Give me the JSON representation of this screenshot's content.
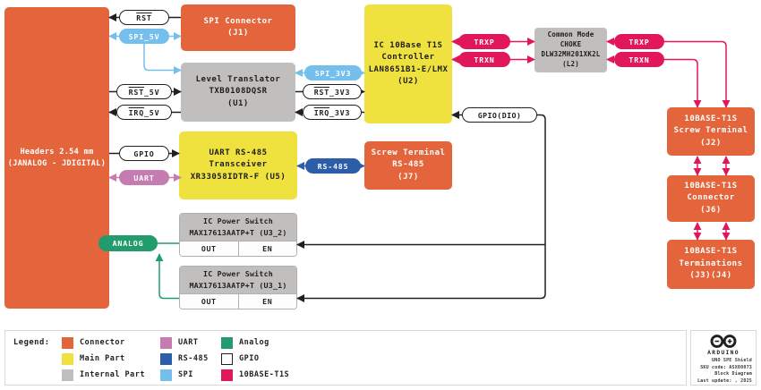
{
  "blocks": {
    "headers": {
      "lines": [
        "Headers 2.54 mm",
        "(JANALOG - JDIGITAL)"
      ]
    },
    "j1": {
      "lines": [
        "SPI Connector",
        "(J1)"
      ]
    },
    "u1": {
      "lines": [
        "Level Translator",
        "TXB0108DQSR",
        "(U1)"
      ]
    },
    "u5": {
      "lines": [
        "UART RS-485",
        "Transceiver",
        "XR33058IDTR-F (U5)"
      ]
    },
    "u2": {
      "lines": [
        "IC 10Base T1S",
        "Controller",
        "LAN8651B1-E/LMX",
        "(U2)"
      ]
    },
    "j7": {
      "lines": [
        "Screw Terminal",
        "RS-485",
        "(J7)"
      ]
    },
    "l2": {
      "lines": [
        "Common Mode",
        "CHOKE",
        "DLW32MH201XK2L",
        "(L2)"
      ]
    },
    "j2": {
      "lines": [
        "10BASE-T1S",
        "Screw Terminal",
        "(J2)"
      ]
    },
    "j6": {
      "lines": [
        "10BASE-T1S",
        "Connector",
        "(J6)"
      ]
    },
    "j3j4": {
      "lines": [
        "10BASE-T1S",
        "Terminations",
        "(J3)(J4)"
      ]
    },
    "u3_2": {
      "title_lines": [
        "IC Power Switch",
        "MAX17613AATP+T (U3_2)"
      ],
      "cells": [
        "OUT",
        "EN"
      ]
    },
    "u3_1": {
      "title_lines": [
        "IC Power Switch",
        "MAX17613AATP+T (U3_1)"
      ],
      "cells": [
        "OUT",
        "EN"
      ]
    }
  },
  "pills": {
    "rst": {
      "bar": "RST",
      "rest": ""
    },
    "spi_5v": {
      "text": "SPI_5V"
    },
    "rst_5v": {
      "bar": "RST",
      "rest": "_5V"
    },
    "irq_5v": {
      "bar": "IRQ",
      "rest": "_5V"
    },
    "gpio": {
      "text": "GPIO"
    },
    "uart": {
      "text": "UART"
    },
    "spi_3v3": {
      "text": "SPI_3V3"
    },
    "rst_3v3": {
      "bar": "RST",
      "rest": "_3V3"
    },
    "irq_3v3": {
      "bar": "IRQ",
      "rest": "_3V3"
    },
    "rs485": {
      "text": "RS-485"
    },
    "trxp_l": {
      "text": "TRXP"
    },
    "trxn_l": {
      "text": "TRXN"
    },
    "trxp_r": {
      "text": "TRXP"
    },
    "trxn_r": {
      "text": "TRXN"
    },
    "gpio_dio": {
      "text": "GPIO(DIO)"
    },
    "analog": {
      "text": "ANALOG"
    }
  },
  "legend": {
    "title": "Legend:",
    "items": [
      {
        "label": "Connector",
        "color": "#E4653C"
      },
      {
        "label": "Main Part",
        "color": "#EFE23F"
      },
      {
        "label": "Internal Part",
        "color": "#C0BFBD"
      },
      {
        "label": "UART",
        "color": "#C67CB0"
      },
      {
        "label": "RS-485",
        "color": "#2C5DA9"
      },
      {
        "label": "SPI",
        "color": "#74BFEC"
      },
      {
        "label": "Analog",
        "color": "#229C6D"
      },
      {
        "label": "GPIO",
        "color": "#FFFFFF",
        "outlined": true
      },
      {
        "label": "10BASE-T1S",
        "color": "#E2175B"
      }
    ]
  },
  "infobox": {
    "brand": "ARDUINO",
    "lines": [
      "UNO SPE Shield",
      "SKU code: ASX00073",
      "Block Diagram",
      "Last update: , 2025"
    ]
  },
  "colors": {
    "connector": "#E4653C",
    "main_part": "#EFE23F",
    "internal_part": "#C0BFBD",
    "uart": "#C67CB0",
    "rs485": "#2C5DA9",
    "spi": "#74BFEC",
    "analog": "#229C6D",
    "gpio": "#FFFFFF",
    "t10base_t1s": "#E2175B",
    "line": "#231F20"
  }
}
